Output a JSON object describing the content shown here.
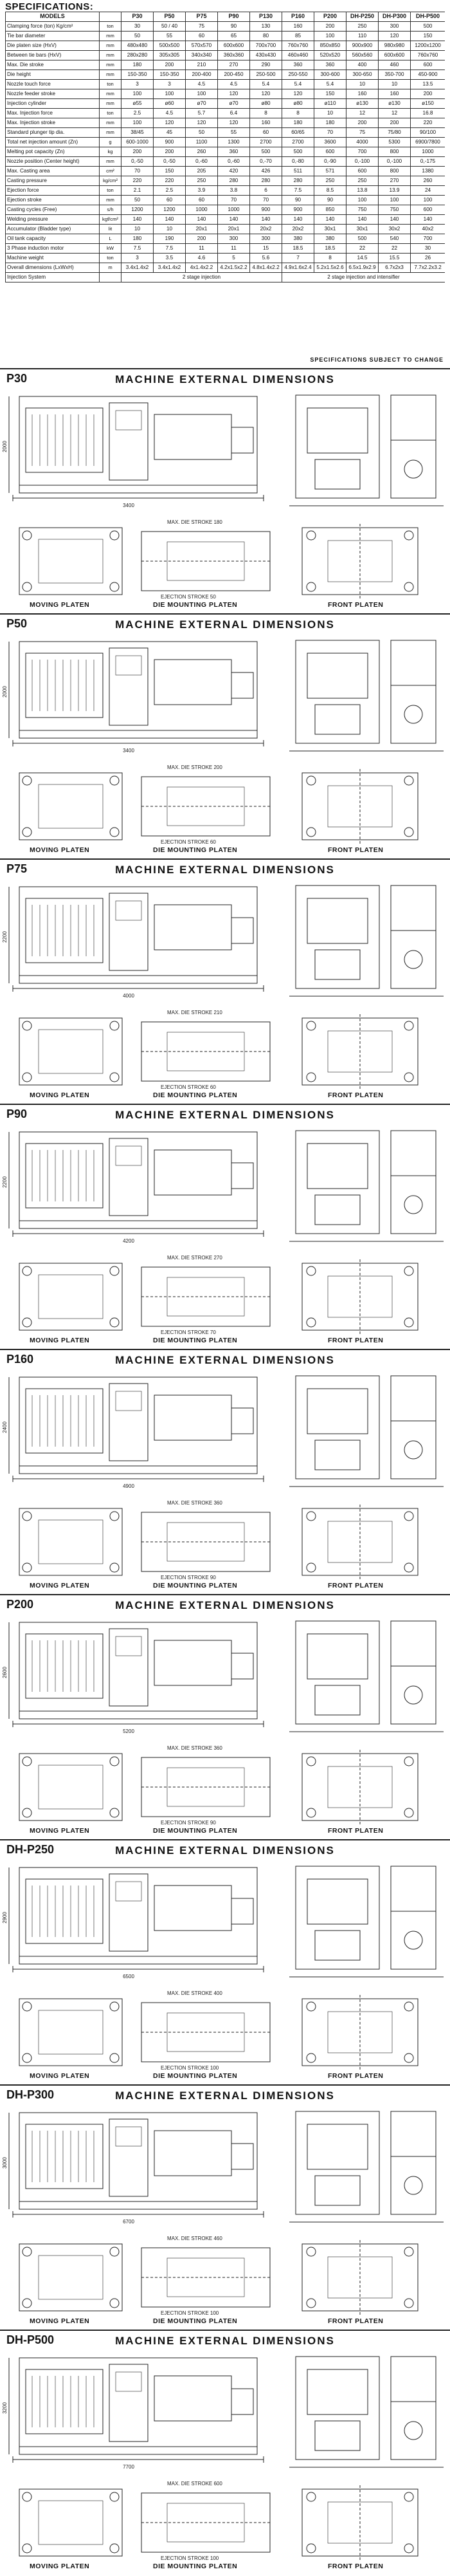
{
  "spec": {
    "title": "SPECIFICATIONS:",
    "headers": [
      "MODELS",
      "",
      "P30",
      "P50",
      "P75",
      "P90",
      "P130",
      "P160",
      "P200",
      "DH-P250",
      "DH-P300",
      "DH-P500"
    ],
    "rows": [
      [
        "Clamping force (ton) Kg/cm²",
        "ton",
        "30",
        "50 / 40",
        "75",
        "90",
        "130",
        "160",
        "200",
        "250",
        "300",
        "500"
      ],
      [
        "Tie bar diameter",
        "mm",
        "50",
        "55",
        "60",
        "65",
        "80",
        "85",
        "100",
        "110",
        "120",
        "150"
      ],
      [
        "Die platen size (HxV)",
        "mm",
        "480x480",
        "500x500",
        "570x570",
        "600x600",
        "700x700",
        "760x760",
        "850x850",
        "900x900",
        "980x980",
        "1200x1200"
      ],
      [
        "Between tie bars (HxV)",
        "mm",
        "280x280",
        "305x305",
        "340x340",
        "360x360",
        "430x430",
        "460x460",
        "520x520",
        "560x560",
        "600x600",
        "760x760"
      ],
      [
        "Max. Die stroke",
        "mm",
        "180",
        "200",
        "210",
        "270",
        "290",
        "360",
        "360",
        "400",
        "460",
        "600"
      ],
      [
        "Die height",
        "mm",
        "150-350",
        "150-350",
        "200-400",
        "200-450",
        "250-500",
        "250-550",
        "300-600",
        "300-650",
        "350-700",
        "450-900"
      ],
      [
        "Nozzle touch force",
        "ton",
        "3",
        "3",
        "4.5",
        "4.5",
        "5.4",
        "5.4",
        "5.4",
        "10",
        "10",
        "13.5"
      ],
      [
        "Nozzle feeder stroke",
        "mm",
        "100",
        "100",
        "100",
        "120",
        "120",
        "120",
        "150",
        "160",
        "160",
        "200"
      ],
      [
        "Injection cylinder",
        "mm",
        "ø55",
        "ø60",
        "ø70",
        "ø70",
        "ø80",
        "ø80",
        "ø110",
        "ø130",
        "ø130",
        "ø150"
      ],
      [
        "Max. Injection force",
        "ton",
        "2.5",
        "4.5",
        "5.7",
        "6.4",
        "8",
        "8",
        "10",
        "12",
        "12",
        "16.8"
      ],
      [
        "Max. Injection stroke",
        "mm",
        "100",
        "120",
        "120",
        "120",
        "160",
        "180",
        "180",
        "200",
        "200",
        "220"
      ],
      [
        "Standard plunger tip dia.",
        "mm",
        "38/45",
        "45",
        "50",
        "55",
        "60",
        "60/65",
        "70",
        "75",
        "75/80",
        "90/100"
      ],
      [
        "Total net injection amount (Zn)",
        "g",
        "600-1000",
        "900",
        "1100",
        "1300",
        "2700",
        "2700",
        "3600",
        "4000",
        "5300",
        "6900/7800"
      ],
      [
        "Melting pot capacity (Zn)",
        "kg",
        "200",
        "200",
        "260",
        "360",
        "500",
        "500",
        "600",
        "700",
        "800",
        "1000"
      ],
      [
        "Nozzle position (Center height)",
        "mm",
        "0,-50",
        "0,-50",
        "0,-60",
        "0,-60",
        "0,-70",
        "0,-80",
        "0,-90",
        "0,-100",
        "0,-100",
        "0,-175"
      ],
      [
        "Max. Casting area",
        "cm²",
        "70",
        "150",
        "205",
        "420",
        "426",
        "511",
        "571",
        "600",
        "800",
        "1380"
      ],
      [
        "Casting pressure",
        "kg/cm²",
        "220",
        "220",
        "250",
        "280",
        "280",
        "280",
        "250",
        "250",
        "270",
        "260"
      ],
      [
        "Ejection force",
        "ton",
        "2.1",
        "2.5",
        "3.9",
        "3.8",
        "6",
        "7.5",
        "8.5",
        "13.8",
        "13.9",
        "24"
      ],
      [
        "Ejection stroke",
        "mm",
        "50",
        "60",
        "60",
        "70",
        "70",
        "90",
        "90",
        "100",
        "100",
        "100"
      ],
      [
        "Casting cycles (Free)",
        "s/h",
        "1200",
        "1200",
        "1000",
        "1000",
        "900",
        "900",
        "850",
        "750",
        "750",
        "600"
      ],
      [
        "Welding pressure",
        "kgf/cm²",
        "140",
        "140",
        "140",
        "140",
        "140",
        "140",
        "140",
        "140",
        "140",
        "140"
      ],
      [
        "Accumulator (Bladder type)",
        "lit",
        "10",
        "10",
        "20x1",
        "20x1",
        "20x2",
        "20x2",
        "30x1",
        "30x1",
        "30x2",
        "40x2"
      ],
      [
        "Oil tank capacity",
        "L",
        "180",
        "190",
        "200",
        "300",
        "300",
        "380",
        "380",
        "500",
        "540",
        "700"
      ],
      [
        "3 Phase induction motor",
        "kW",
        "7.5",
        "7.5",
        "11",
        "11",
        "15",
        "18.5",
        "18.5",
        "22",
        "22",
        "30"
      ],
      [
        "Machine weight",
        "ton",
        "3",
        "3.5",
        "4.6",
        "5",
        "5.6",
        "7",
        "8",
        "14.5",
        "15.5",
        "26"
      ],
      [
        "Overall dimensions (LxWxH)",
        "m",
        "3.4x1.4x2",
        "3.4x1.4x2",
        "4x1.4x2.2",
        "4.2x1.5x2.2",
        "4.8x1.4x2.2",
        "4.9x1.6x2.4",
        "5.2x1.5x2.6",
        "6.5x1.9x2.9",
        "6.7x2x3",
        "7.7x2.2x3.2"
      ],
      [
        "Injection System",
        "",
        "2 stage injection",
        "",
        "",
        "",
        "",
        "2 stage injection and intensifier",
        "",
        "",
        "",
        ""
      ]
    ],
    "note": "SPECIFICATIONS SUBJECT TO CHANGE"
  },
  "common": {
    "title": "MACHINE EXTERNAL DIMENSIONS",
    "moving_platen": "MOVING PLATEN",
    "die_mounting_platen": "DIE MOUNTING PLATEN",
    "front_platen": "FRONT PLATEN",
    "die_stroke_label": "MAX. DIE STROKE",
    "ejection_label": "EJECTION STROKE"
  },
  "panels": [
    {
      "model": "P30",
      "die_stroke": "MAX. DIE STROKE 180",
      "ejection": "EJECTION STROKE 50",
      "length": "3400",
      "height": "2000"
    },
    {
      "model": "P50",
      "die_stroke": "MAX. DIE STROKE 200",
      "ejection": "EJECTION STROKE 60",
      "length": "3400",
      "height": "2000"
    },
    {
      "model": "P75",
      "die_stroke": "MAX. DIE STROKE 210",
      "ejection": "EJECTION STROKE 60",
      "length": "4000",
      "height": "2200"
    },
    {
      "model": "P90",
      "die_stroke": "MAX. DIE STROKE 270",
      "ejection": "EJECTION STROKE 70",
      "length": "4200",
      "height": "2200"
    },
    {
      "model": "P160",
      "die_stroke": "MAX. DIE STROKE 360",
      "ejection": "EJECTION STROKE 90",
      "length": "4900",
      "height": "2400"
    },
    {
      "model": "P200",
      "die_stroke": "MAX. DIE STROKE 360",
      "ejection": "EJECTION STROKE 90",
      "length": "5200",
      "height": "2600"
    },
    {
      "model": "DH-P250",
      "die_stroke": "MAX. DIE STROKE 400",
      "ejection": "EJECTION STROKE 100",
      "length": "6500",
      "height": "2900"
    },
    {
      "model": "DH-P300",
      "die_stroke": "MAX. DIE STROKE 460",
      "ejection": "EJECTION STROKE 100",
      "length": "6700",
      "height": "3000"
    },
    {
      "model": "DH-P500",
      "die_stroke": "MAX. DIE STROKE 600",
      "ejection": "EJECTION STROKE 100",
      "length": "7700",
      "height": "3200"
    }
  ]
}
